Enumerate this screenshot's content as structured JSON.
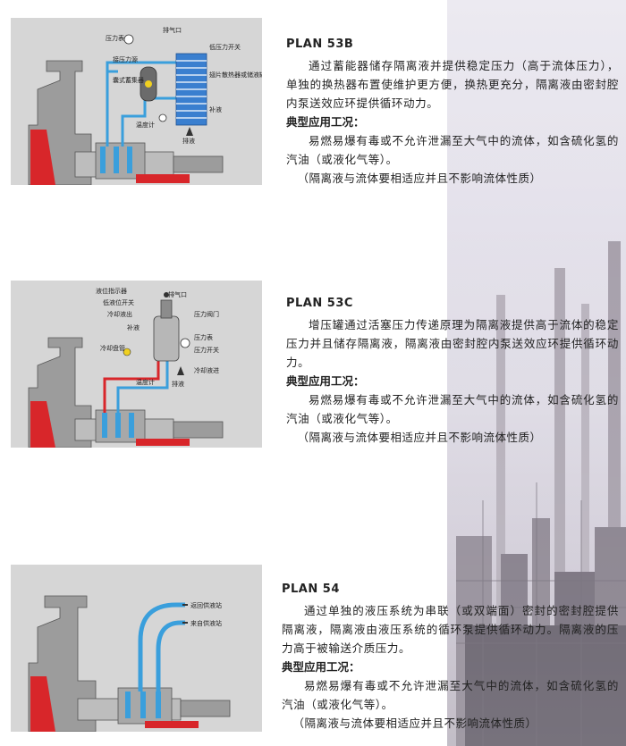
{
  "plans": [
    {
      "title": "PLAN 53B",
      "description": "通过蓄能器储存隔离液并提供稳定压力（高于流体压力），单独的换热器布置使维护更方便，换热更充分，隔离液由密封腔内泵送效应环提供循环动力。",
      "application_heading": "典型应用工况：",
      "application": "易燃易爆有毒或不允许泄漏至大气中的流体，如含硫化氢的汽油（或液化气等）。",
      "note": "（隔离液与流体要相适应并且不影响流体性质）",
      "diagram_labels": {
        "pressure_gauge": "压力表",
        "vent": "排气口",
        "low_pressure_switch": "低压力开关",
        "pressure_source": "接压力源",
        "bladder_accumulator": "囊式蓄集器",
        "finned_hx": "翅片散热器或储液罐",
        "thermometer": "温度计",
        "refill": "补液",
        "drain": "排液"
      }
    },
    {
      "title": "PLAN 53C",
      "description": "增压罐通过活塞压力传递原理为隔离液提供高于流体的稳定压力并且储存隔离液，隔离液由密封腔内泵送效应环提供循环动力。",
      "application_heading": "典型应用工况：",
      "application": "易燃易爆有毒或不允许泄漏至大气中的流体，如含硫化氢的汽油（或液化气等）。",
      "note": "（隔离液与流体要相适应并且不影响流体性质）",
      "diagram_labels": {
        "level_indicator": "液位指示器",
        "vent": "排气口",
        "low_level_switch": "低液位开关",
        "cooling_out": "冷却液出",
        "pressure_valve": "压力阀门",
        "refill": "补液",
        "pressure_gauge": "压力表",
        "pressure_switch": "压力开关",
        "cooling_coil": "冷却盘管",
        "cooling_in": "冷却液进",
        "thermometer": "温度计",
        "drain": "排液"
      }
    },
    {
      "title": "PLAN 54",
      "description": "通过单独的液压系统为串联（或双端面）密封的密封腔提供隔离液，隔离液由液压系统的循环泵提供循环动力。隔离液的压力高于被输送介质压力。",
      "application_heading": "典型应用工况：",
      "application": "易燃易爆有毒或不允许泄漏至大气中的流体，如含硫化氢的汽油（或液化气等）。",
      "note": "（隔离液与流体要相适应并且不影响流体性质）",
      "diagram_labels": {
        "return_station": "返回供液站",
        "from_station": "来自供液站"
      }
    }
  ],
  "colors": {
    "diagram_bg": "#d6d6d6",
    "pipe_blue": "#3a9fdc",
    "pipe_red": "#d8262a",
    "pump_gray": "#9c9c9c"
  }
}
